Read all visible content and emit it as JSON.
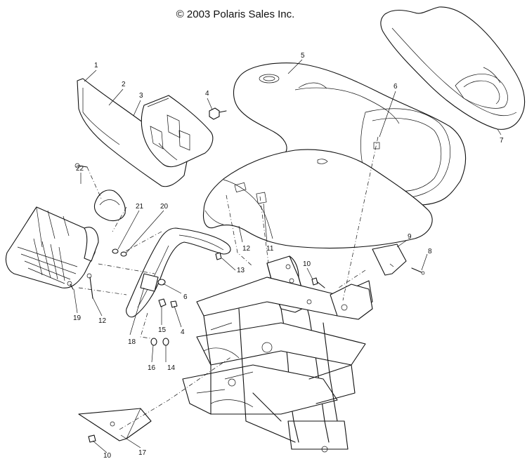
{
  "header": {
    "copyright": "© 2003 Polaris Sales Inc."
  },
  "callouts": [
    {
      "id": "c1",
      "label": "1"
    },
    {
      "id": "c2",
      "label": "2"
    },
    {
      "id": "c3",
      "label": "3"
    },
    {
      "id": "c4a",
      "label": "4"
    },
    {
      "id": "c5",
      "label": "5"
    },
    {
      "id": "c6a",
      "label": "6"
    },
    {
      "id": "c7",
      "label": "7"
    },
    {
      "id": "c22",
      "label": "22"
    },
    {
      "id": "c21",
      "label": "21"
    },
    {
      "id": "c20",
      "label": "20"
    },
    {
      "id": "c12a",
      "label": "12"
    },
    {
      "id": "c11",
      "label": "11"
    },
    {
      "id": "c9",
      "label": "9"
    },
    {
      "id": "c8",
      "label": "8"
    },
    {
      "id": "c13",
      "label": "13"
    },
    {
      "id": "c10a",
      "label": "10"
    },
    {
      "id": "c6b",
      "label": "6"
    },
    {
      "id": "c4b",
      "label": "4"
    },
    {
      "id": "c15",
      "label": "15"
    },
    {
      "id": "c19",
      "label": "19"
    },
    {
      "id": "c12b",
      "label": "12"
    },
    {
      "id": "c18",
      "label": "18"
    },
    {
      "id": "c16",
      "label": "16"
    },
    {
      "id": "c14",
      "label": "14"
    },
    {
      "id": "c17",
      "label": "17"
    },
    {
      "id": "c10b",
      "label": "10"
    }
  ]
}
